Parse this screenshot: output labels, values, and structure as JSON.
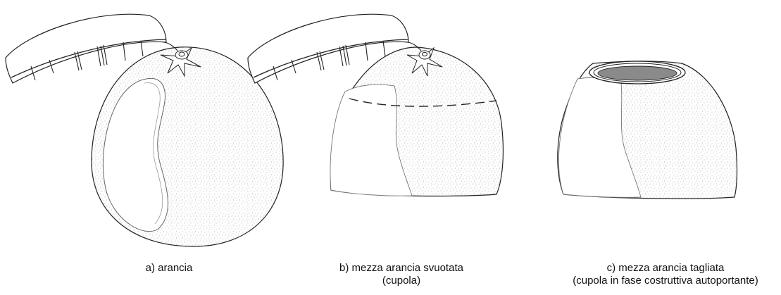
{
  "captions": {
    "a": {
      "line1": "a) arancia"
    },
    "b": {
      "line1": "b) mezza arancia svuotata",
      "line2": "(cupola)"
    },
    "c": {
      "line1": "c) mezza arancia tagliata",
      "line2": "(cupola in fase costruttiva autoportante)"
    }
  },
  "colors": {
    "stroke": "#222222",
    "stipple": "#9a9a9a",
    "cut_fill": "#8a8a8a",
    "background": "#ffffff"
  }
}
